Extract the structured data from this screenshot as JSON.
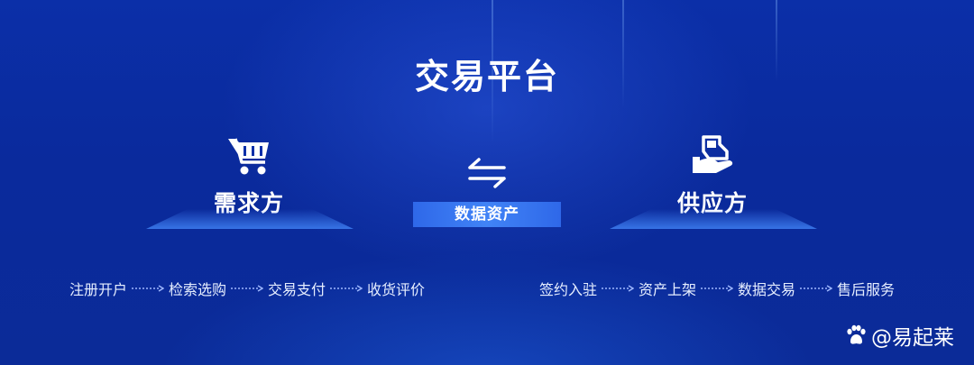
{
  "title": "交易平台",
  "demand": {
    "label": "需求方",
    "icon": "shopping-cart-icon"
  },
  "supply": {
    "label": "供应方",
    "icon": "hand-holding-box-icon"
  },
  "center": {
    "label": "数据资产",
    "icon": "bidirectional-arrows-icon"
  },
  "demand_flow": [
    "注册开户",
    "检索选购",
    "交易支付",
    "收货评价"
  ],
  "supply_flow": [
    "签约入驻",
    "资产上架",
    "数据交易",
    "售后服务"
  ],
  "watermark": {
    "text": "@易起莱",
    "icon": "baidu-paw-icon"
  },
  "colors": {
    "background": "#0a2a9c",
    "accent": "#4a8cff"
  }
}
